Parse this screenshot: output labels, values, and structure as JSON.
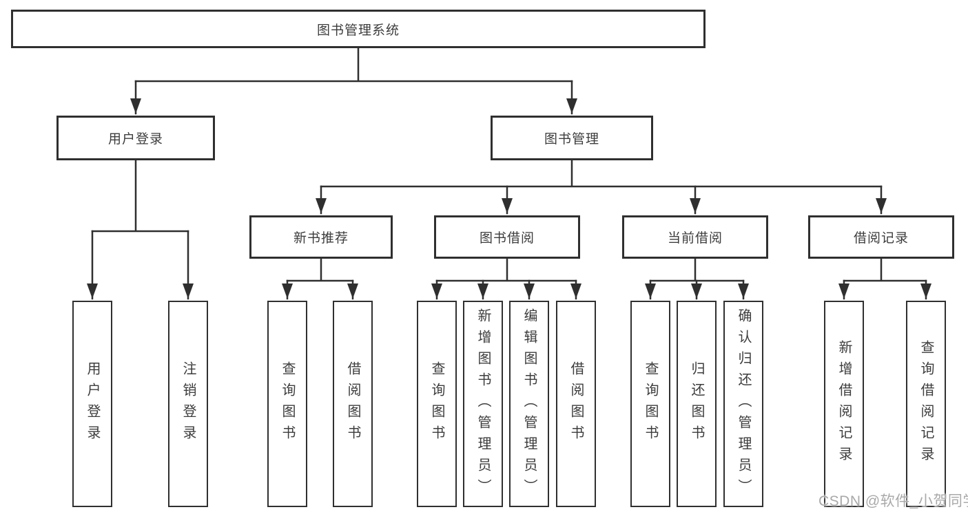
{
  "diagram_type": "tree",
  "colors": {
    "background": "#ffffff",
    "line": "#2f2f2f",
    "box_border": "#2f2f2f",
    "text": "#3c3c3c",
    "watermark": "#a9a9a9"
  },
  "tree": {
    "label": "图书管理系统",
    "children": [
      {
        "label": "用户登录",
        "children": [
          {
            "label": "用户登录"
          },
          {
            "label": "注销登录"
          }
        ]
      },
      {
        "label": "图书管理",
        "children": [
          {
            "label": "新书推荐",
            "children": [
              {
                "label": "查询图书"
              },
              {
                "label": "借阅图书"
              }
            ]
          },
          {
            "label": "图书借阅",
            "children": [
              {
                "label": "查询图书"
              },
              {
                "label": "新增图书（管理员）"
              },
              {
                "label": "编辑图书（管理员）"
              },
              {
                "label": "借阅图书"
              }
            ]
          },
          {
            "label": "当前借阅",
            "children": [
              {
                "label": "查询图书"
              },
              {
                "label": "归还图书"
              },
              {
                "label": "确认归还（管理员）"
              }
            ]
          },
          {
            "label": "借阅记录",
            "children": [
              {
                "label": "新增借阅记录"
              },
              {
                "label": "查询借阅记录"
              }
            ]
          }
        ]
      }
    ]
  },
  "watermark": {
    "text": "CSDN @软件_小贺同学"
  }
}
